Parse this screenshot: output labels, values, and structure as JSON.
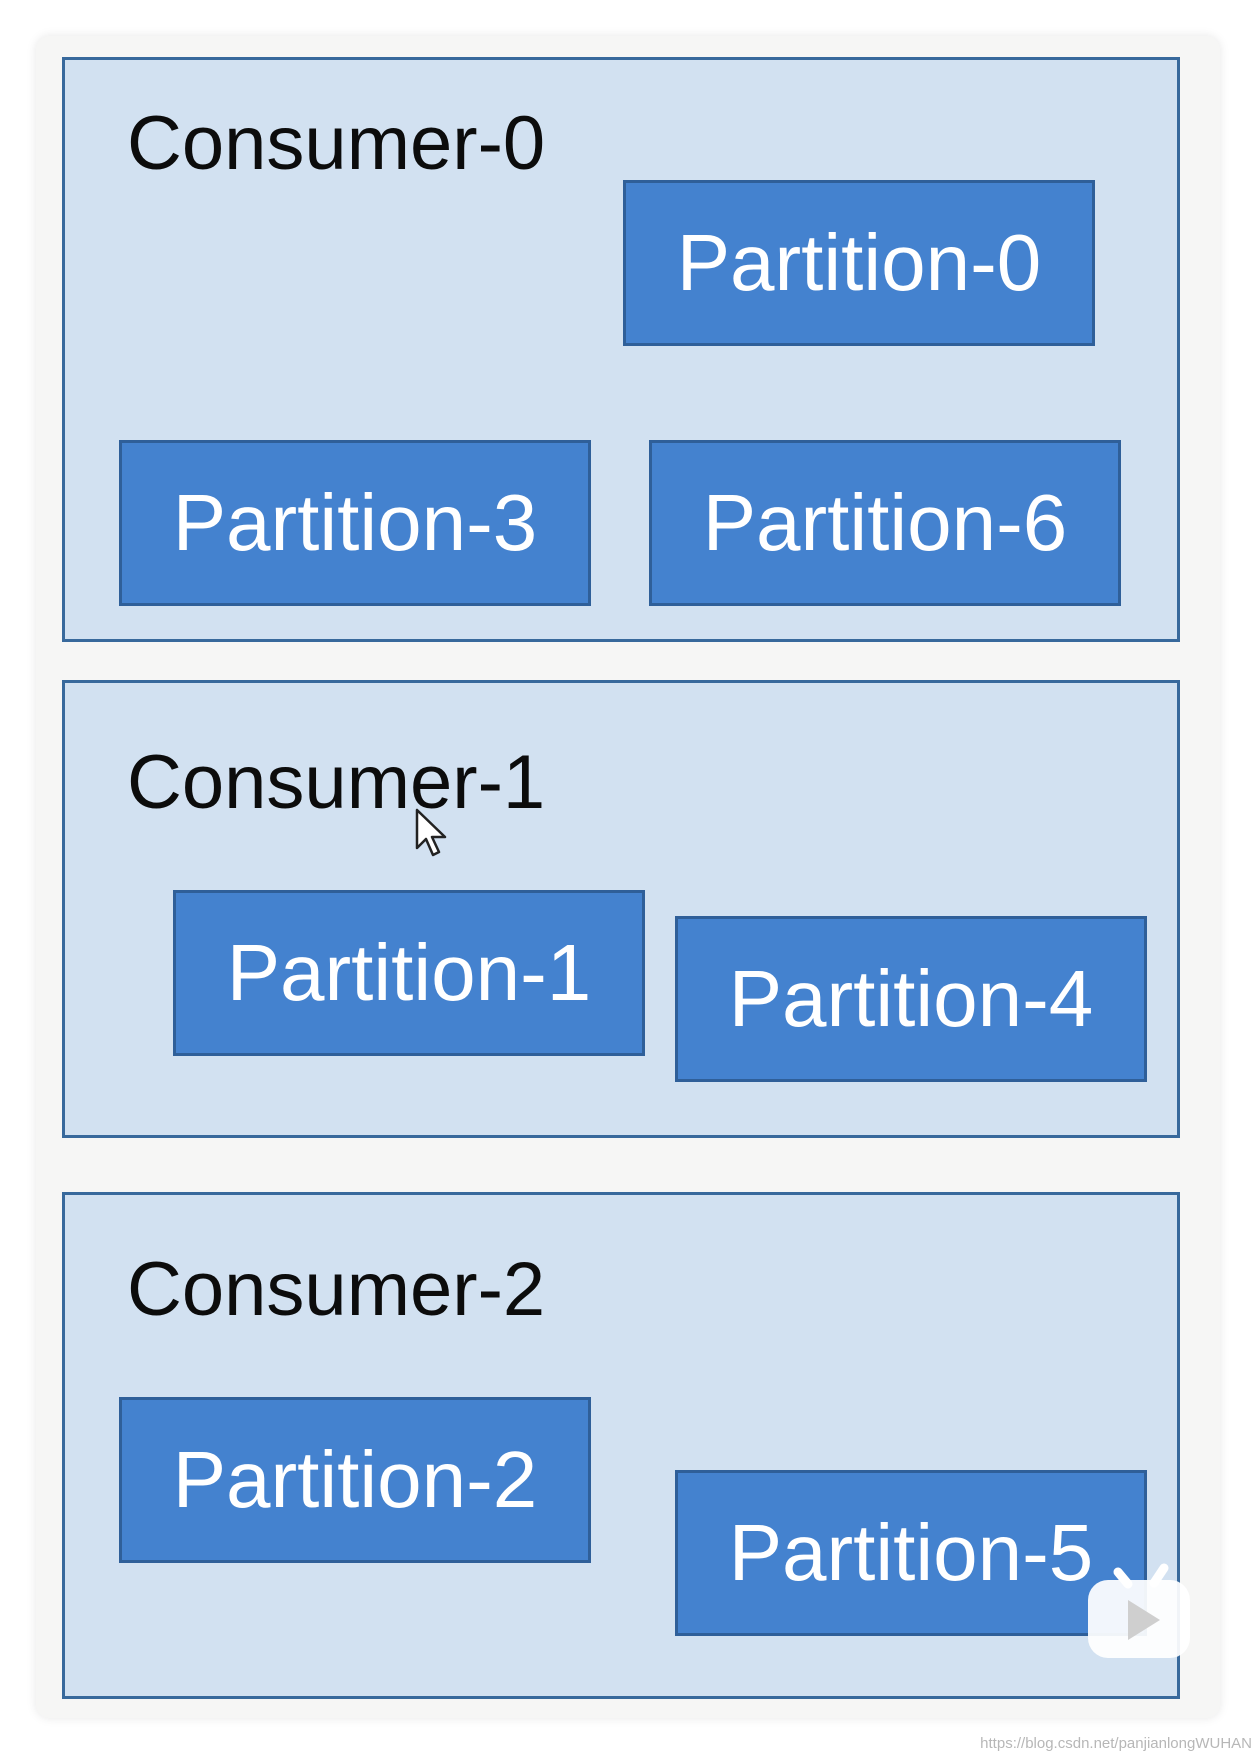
{
  "consumers": [
    {
      "name": "Consumer-0",
      "partitions": [
        "Partition-0",
        "Partition-3",
        "Partition-6"
      ]
    },
    {
      "name": "Consumer-1",
      "partitions": [
        "Partition-1",
        "Partition-4"
      ]
    },
    {
      "name": "Consumer-2",
      "partitions": [
        "Partition-2",
        "Partition-5"
      ]
    }
  ],
  "watermark": "https://blog.csdn.net/panjianlongWUHAN",
  "icons": {
    "cursor": "mouse-pointer-icon",
    "play": "video-play-icon"
  },
  "colors": {
    "group_background": "#d2e1f1",
    "group_border": "#38699c",
    "partition_fill": "#4482cf",
    "partition_text": "#ffffff",
    "title_text": "#0c0c0c"
  }
}
